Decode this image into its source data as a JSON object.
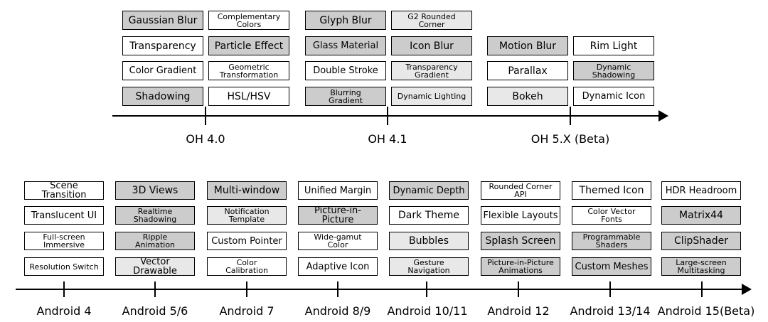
{
  "top": {
    "versions": [
      {
        "label": "OH 4.0",
        "features": [
          [
            "Gaussian Blur",
            "Transparency",
            "Color Gradient",
            "Shadowing"
          ],
          [
            "Complementary\nColors",
            "Particle Effect",
            "Geometric\nTransformation",
            "HSL/HSV"
          ]
        ]
      },
      {
        "label": "OH 4.1",
        "features": [
          [
            "Glyph Blur",
            "Glass Material",
            "Double Stroke",
            "Blurring\nGradient"
          ],
          [
            "G2 Rounded\nCorner",
            "Icon Blur",
            "Transparency\nGradient",
            "Dynamic Lighting"
          ]
        ]
      },
      {
        "label": "OH 5.X (Beta)",
        "features": [
          [
            "Motion Blur",
            "Parallax",
            "Bokeh"
          ],
          [
            "Rim Light",
            "Dynamic\nShadowing",
            "Dynamic Icon"
          ]
        ]
      }
    ]
  },
  "bottom": {
    "versions": [
      {
        "label": "Android 4",
        "features": [
          "Scene Transition",
          "Translucent UI",
          "Full-screen\nImmersive",
          "Resolution Switch"
        ]
      },
      {
        "label": "Android 5/6",
        "features": [
          "3D Views",
          "Realtime\nShadowing",
          "Ripple\nAnimation",
          "Vector Drawable"
        ]
      },
      {
        "label": "Android 7",
        "features": [
          "Multi-window",
          "Notification\nTemplate",
          "Custom Pointer",
          "Color\nCalibration"
        ]
      },
      {
        "label": "Android 8/9",
        "features": [
          "Unified Margin",
          "Picture-in-Picture",
          "Wide-gamut\nColor",
          "Adaptive Icon"
        ]
      },
      {
        "label": "Android 10/11",
        "features": [
          "Dynamic Depth",
          "Dark Theme",
          "Bubbles",
          "Gesture\nNavigation"
        ]
      },
      {
        "label": "Android 12",
        "features": [
          "Rounded Corner\nAPI",
          "Flexible Layouts",
          "Splash Screen",
          "Picture-in-Picture\nAnimations"
        ]
      },
      {
        "label": "Android 13/14",
        "features": [
          "Themed Icon",
          "Color Vector\nFonts",
          "Programmable\nShaders",
          "Custom Meshes"
        ]
      },
      {
        "label": "Android 15(Beta)",
        "features": [
          "HDR Headroom",
          "Matrix44",
          "ClipShader",
          "Large-screen\nMultitasking"
        ]
      }
    ]
  },
  "colors": {
    "white": "#ffffff",
    "light": "#e8e8e8",
    "dark": "#cccccc",
    "stroke": "#000000"
  }
}
